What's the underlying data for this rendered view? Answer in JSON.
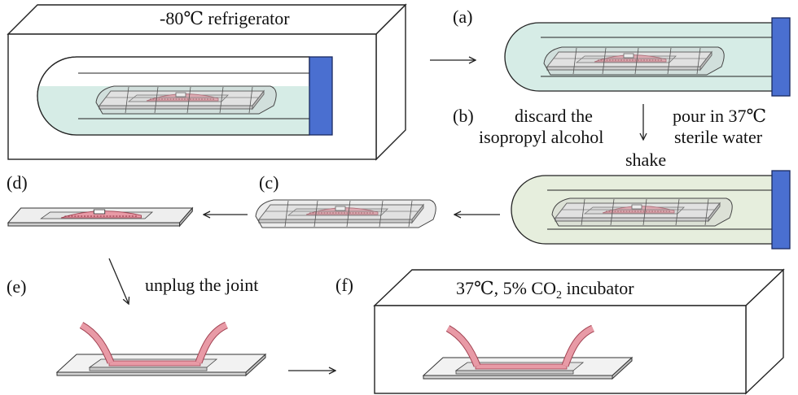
{
  "labels": {
    "fridge": "-80℃ refrigerator",
    "step_a": "(a)",
    "step_b": "(b)",
    "step_c": "(c)",
    "step_d": "(d)",
    "step_e": "(e)",
    "step_f": "(f)",
    "discard_line1": "discard the",
    "discard_line2": "isopropyl alcohol",
    "pour_line1": "pour in 37℃",
    "pour_line2": "sterile water",
    "shake": "shake",
    "unplug": "unplug the joint",
    "incubator": "37℃, 5% CO",
    "incubator_sub": "2",
    "incubator_tail": " incubator"
  },
  "colors": {
    "cap": "#4a6fd0",
    "liquid_cold": "#d6ece6",
    "liquid_warm": "#e6eedd",
    "chip_pink": "#e89aa6",
    "plate_gray": "#d6d6d6",
    "line": "#222222"
  }
}
